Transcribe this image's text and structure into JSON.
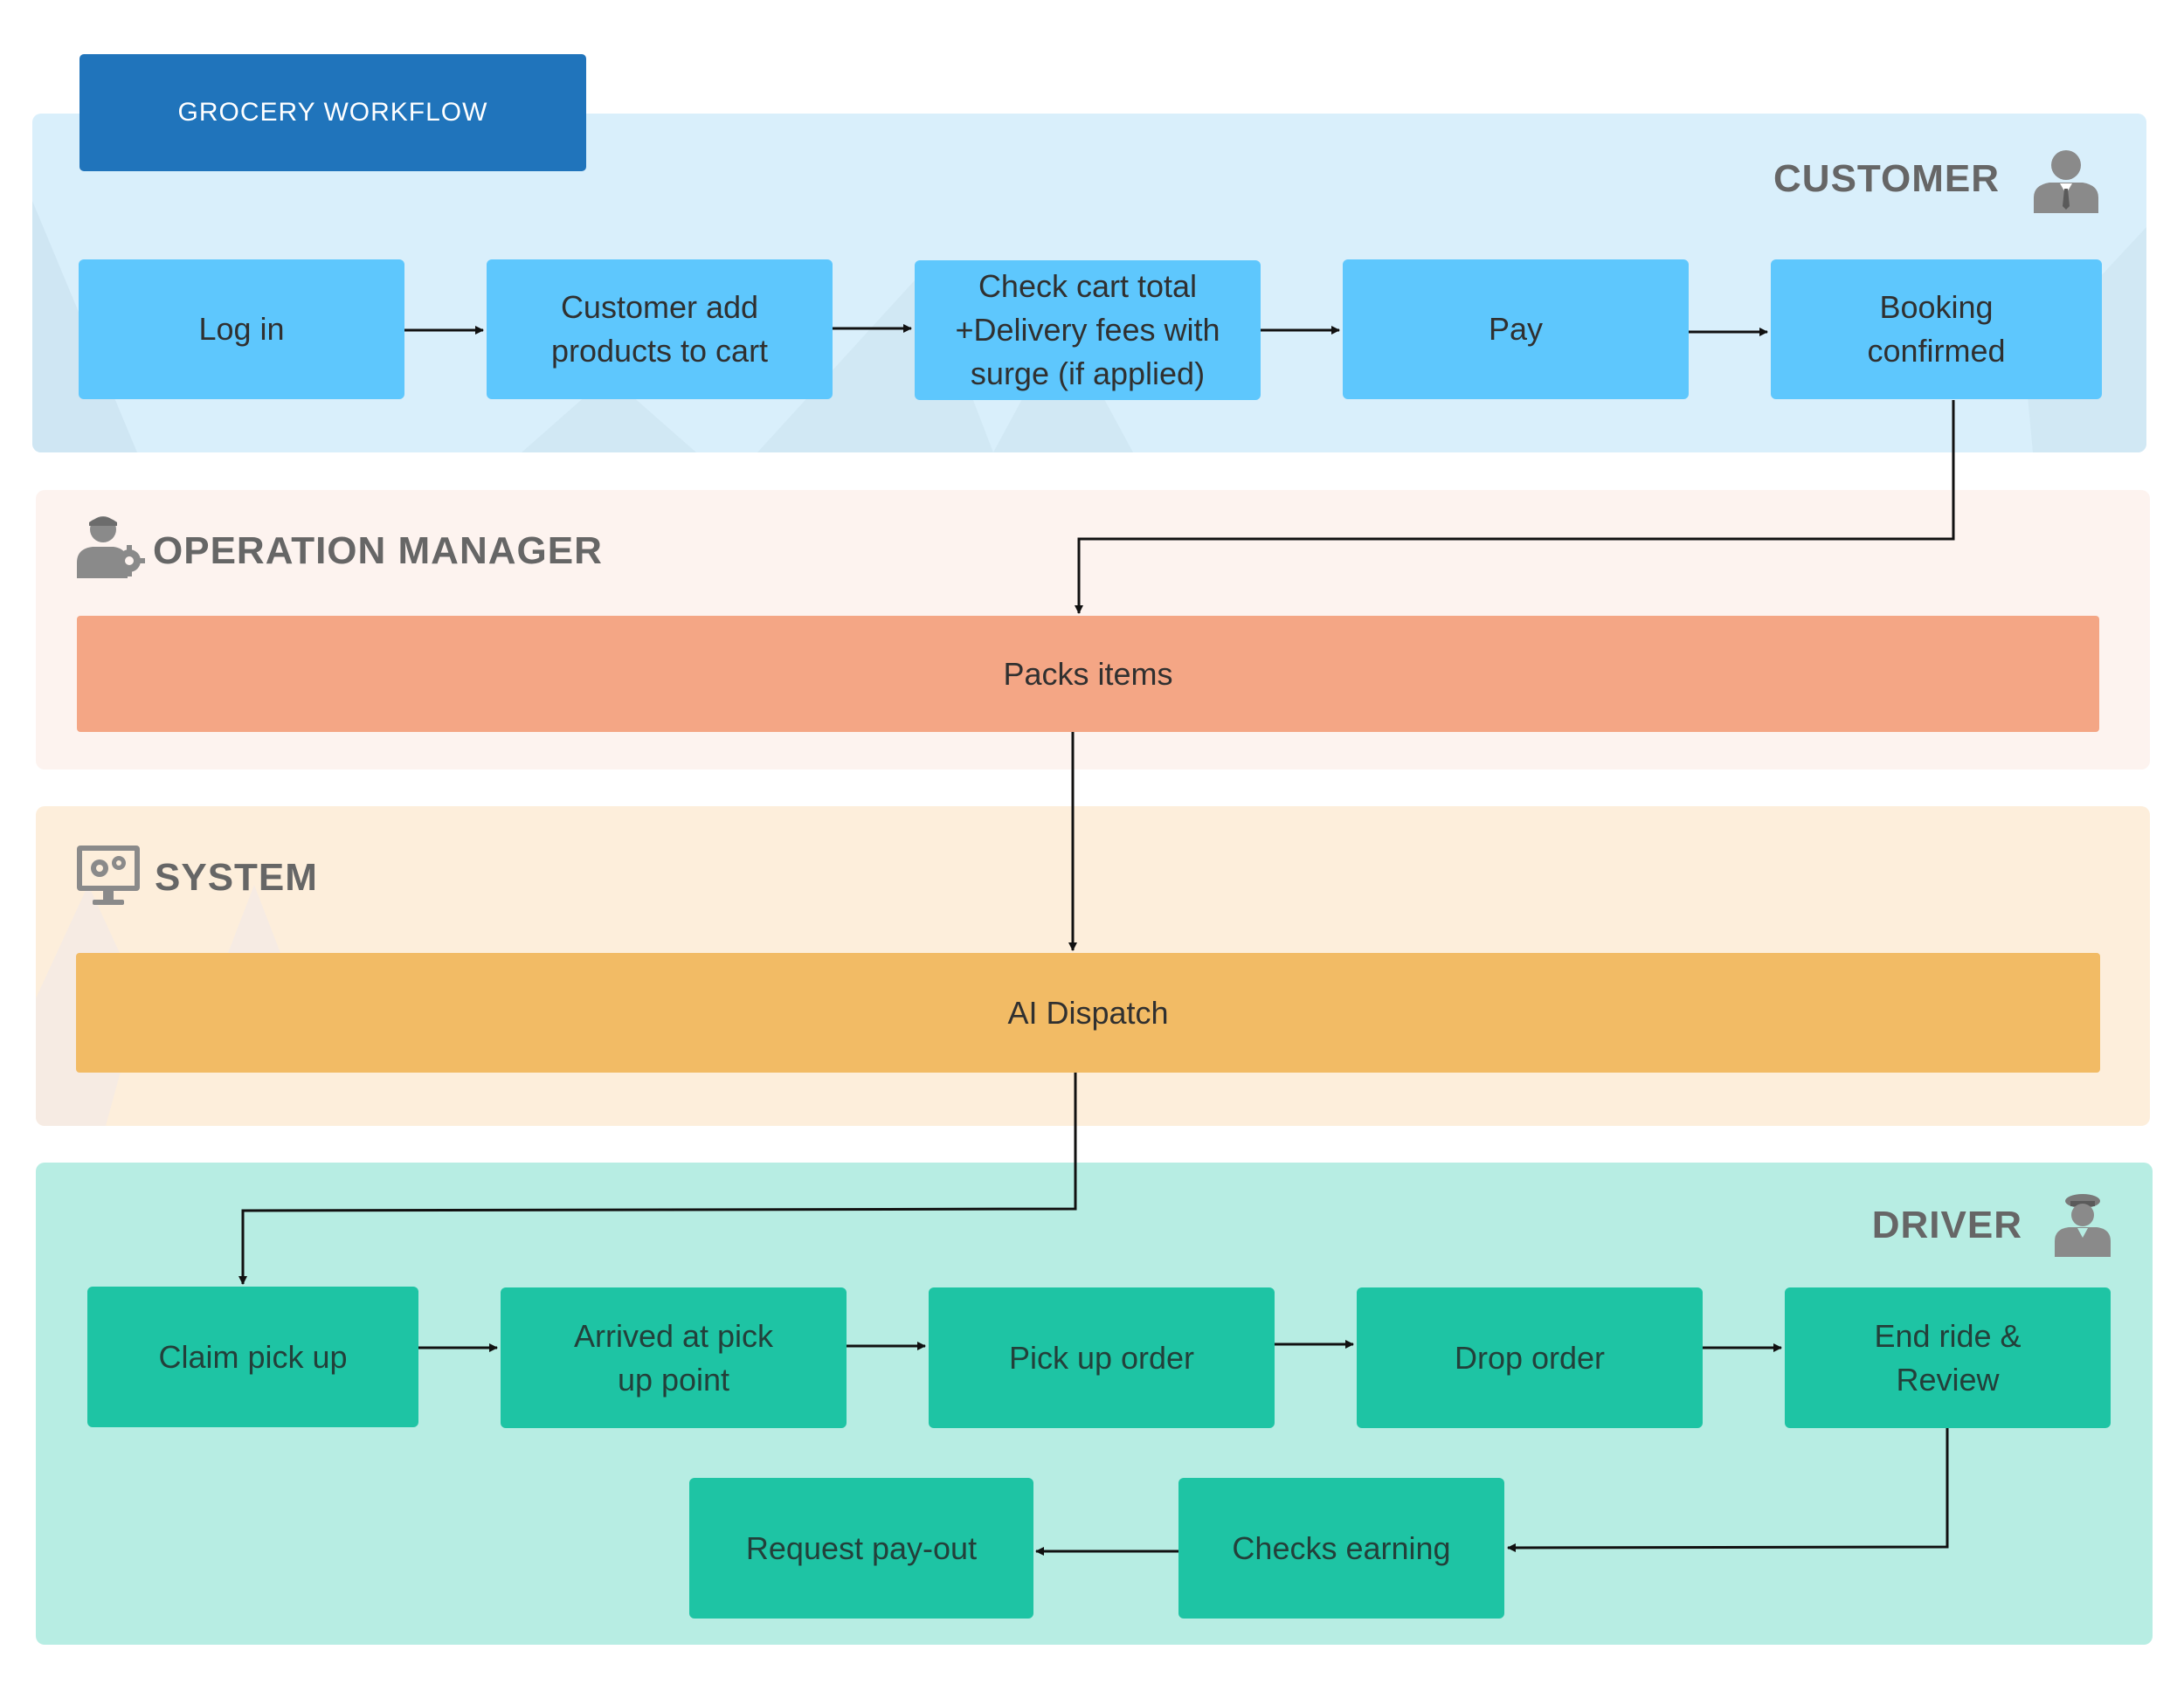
{
  "title": "GROCERY WORKFLOW",
  "lanes": {
    "customer": {
      "label": "CUSTOMER",
      "icon": "businessman-icon",
      "color": "#d9effb",
      "steps": [
        "Log in",
        "Customer add\nproducts to cart",
        "Check cart total\n+Delivery fees with\nsurge (if applied)",
        "Pay",
        "Booking\nconfirmed"
      ]
    },
    "operation_manager": {
      "label": "OPERATION MANAGER",
      "icon": "operator-gear-icon",
      "color": "#fdf3ef",
      "step": "Packs items"
    },
    "system": {
      "label": "SYSTEM",
      "icon": "monitor-gears-icon",
      "color": "#fdeedb",
      "step": "AI Dispatch"
    },
    "driver": {
      "label": "DRIVER",
      "icon": "chauffeur-icon",
      "color": "#b7ede3",
      "steps": [
        "Claim pick up",
        "Arrived at pick\nup point",
        "Pick up order",
        "Drop order",
        "End ride &\nReview"
      ],
      "steps_row2": [
        "Request pay-out",
        "Checks earning"
      ]
    }
  },
  "colors": {
    "title_badge": "#2074bb",
    "customer_box": "#5ec7fd",
    "ops_bar": "#f4a685",
    "system_bar": "#f2bb65",
    "driver_box": "#1ec4a4"
  }
}
